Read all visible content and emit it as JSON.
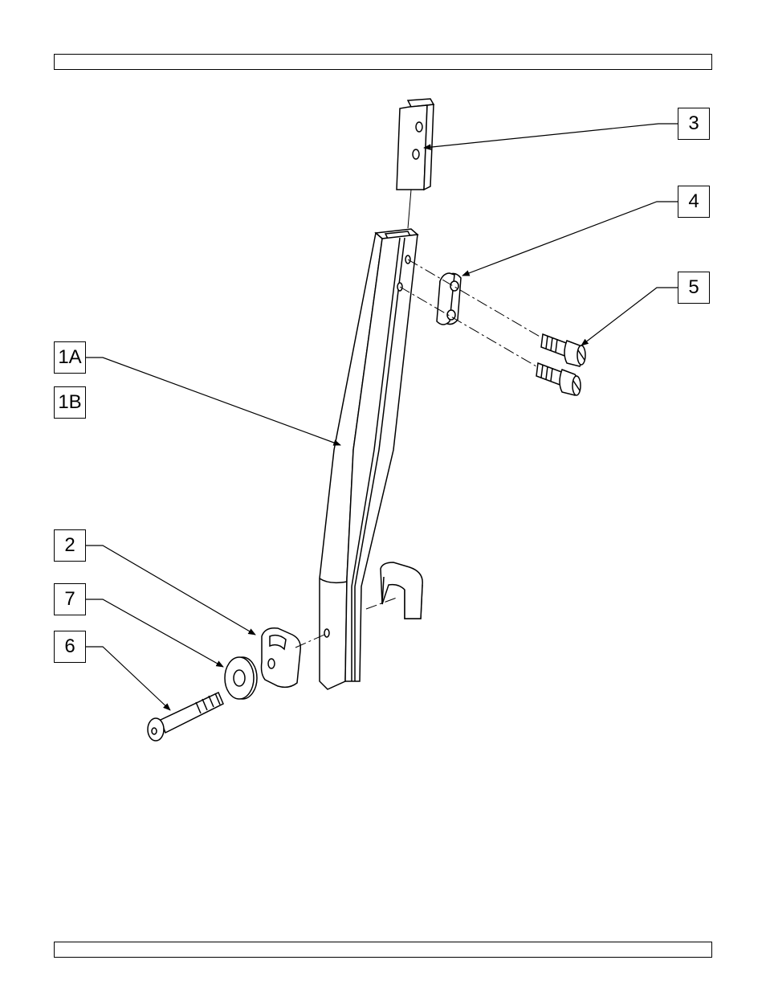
{
  "header_bar": {
    "text": ""
  },
  "footer_bar": {
    "text": ""
  },
  "callouts": {
    "c3": "3",
    "c4": "4",
    "c5": "5",
    "c1a": "1A",
    "c1b": "1B",
    "c2": "2",
    "c7": "7",
    "c6": "6"
  },
  "colors": {
    "ink": "#000000",
    "fill": "#ffffff"
  }
}
